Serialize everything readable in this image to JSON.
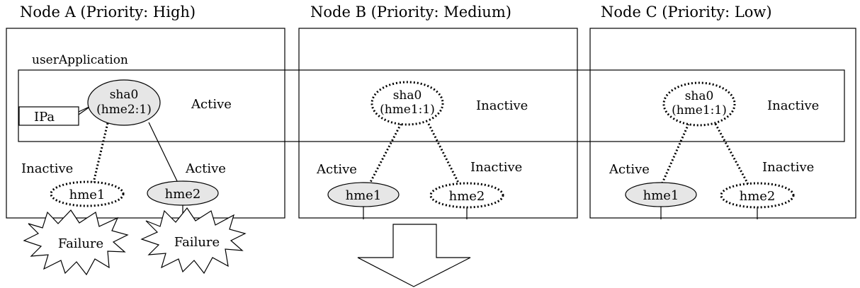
{
  "nodes": [
    {
      "title": "Node A (Priority: High)"
    },
    {
      "title": "Node B (Priority: Medium)"
    },
    {
      "title": "Node C (Priority: Low)"
    }
  ],
  "app_label": "userApplication",
  "virtual_interfaces": [
    {
      "name": "sha0",
      "binding": "(hme2:1)",
      "state": "Active"
    },
    {
      "name": "sha0",
      "binding": "(hme1:1)",
      "state": "Inactive"
    },
    {
      "name": "sha0",
      "binding": "(hme1:1)",
      "state": "Inactive"
    }
  ],
  "ip_label": "IPa",
  "physical_interfaces": [
    {
      "a": {
        "name": "hme1",
        "state": "Inactive"
      },
      "b": {
        "name": "hme2",
        "state": "Active"
      }
    },
    {
      "a": {
        "name": "hme1",
        "state": "Active"
      },
      "b": {
        "name": "hme2",
        "state": "Inactive"
      }
    },
    {
      "a": {
        "name": "hme1",
        "state": "Active"
      },
      "b": {
        "name": "hme2",
        "state": "Inactive"
      }
    }
  ],
  "failures": [
    "Failure",
    "Failure"
  ],
  "colors": {
    "active_fill": "#e6e6e6",
    "line": "#000000",
    "background": "#ffffff"
  }
}
